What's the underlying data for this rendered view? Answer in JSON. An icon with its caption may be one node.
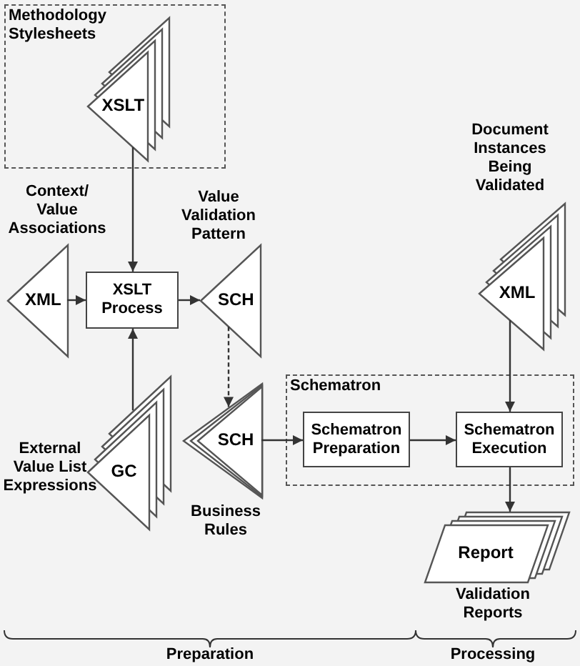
{
  "diagram": {
    "nodes": [
      {
        "text": [
          "Methodology Stylesheets"
        ]
      },
      {
        "text": [
          "XSLT"
        ],
        "in": 0
      },
      {
        "text": [
          "XML"
        ],
        "beside": [
          "Context/ Value Associations"
        ]
      },
      {
        "text": [
          "XSLT Process"
        ]
      },
      {
        "text": [
          "SCH"
        ],
        "beside": [
          "Value Validation Pattern"
        ]
      },
      {
        "text": [
          "GC"
        ],
        "beside": [
          "External Value List Expressions"
        ]
      },
      {
        "text": [
          "SCH"
        ],
        "beside": [
          "Business Rules"
        ]
      },
      {
        "text": [
          "Schematron"
        ]
      },
      {
        "text": [
          "Schematron Preparation"
        ],
        "in": 7
      },
      {
        "text": [
          "Schematron Execution"
        ],
        "in": 7
      },
      {
        "text": [
          "XML"
        ],
        "beside": [
          "Document Instances Being Validated"
        ]
      },
      {
        "text": [
          "Report"
        ],
        "beside": [
          "Validation Reports"
        ]
      }
    ],
    "edges": [
      {
        "from": 1,
        "to": 3,
        "arrow": "to"
      },
      {
        "from": 2,
        "to": 3,
        "arrow": "to"
      },
      {
        "from": 3,
        "to": 4,
        "arrow": "to"
      },
      {
        "from": 5,
        "to": 3,
        "arrow": "to"
      },
      {
        "from": 4,
        "to": 6,
        "arrow": "to",
        "style": "dashed"
      },
      {
        "from": 6,
        "to": 8,
        "arrow": "to"
      },
      {
        "from": 8,
        "to": 9,
        "arrow": "to"
      },
      {
        "from": 10,
        "to": 9,
        "arrow": "to"
      },
      {
        "from": 9,
        "to": 11,
        "arrow": "to"
      }
    ],
    "labels": [
      "Preparation",
      "Processing"
    ]
  }
}
